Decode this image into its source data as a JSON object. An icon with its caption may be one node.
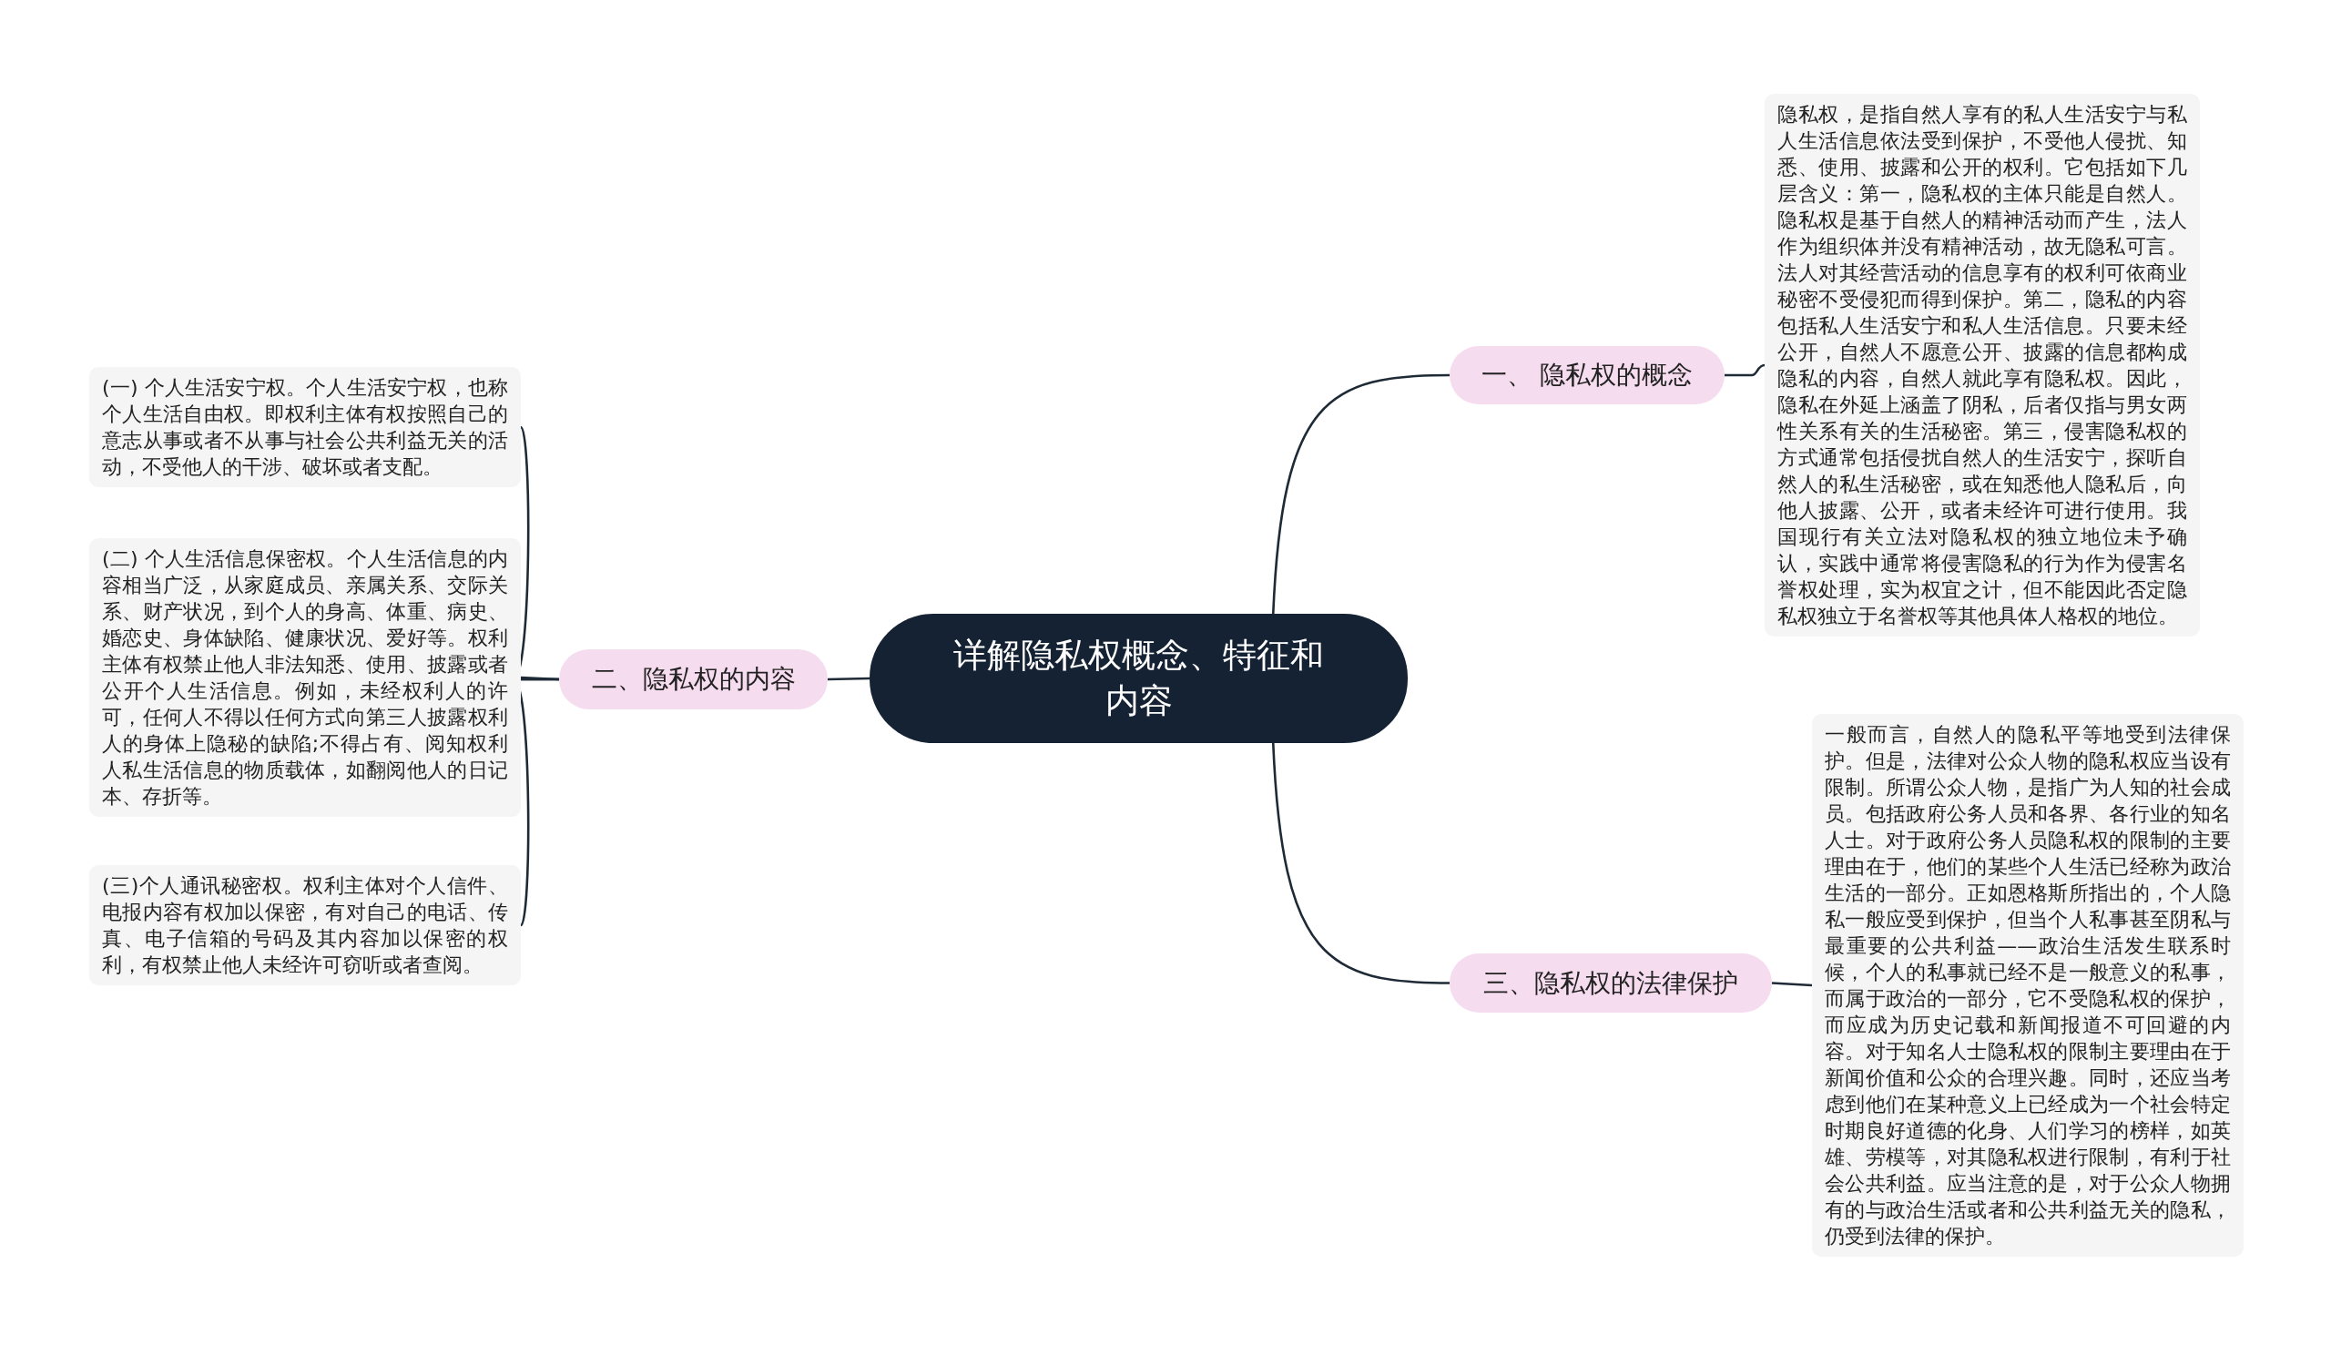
{
  "diagram": {
    "nodes": [
      {
        "text": [
          "详解隐私权概念、特征和内容"
        ]
      },
      {
        "text": [
          "一、 隐私权的概念"
        ]
      },
      {
        "text": [
          "隐私权，是指自然人享有的私人生活安宁与私人生活信息依法受到保护，不受他人侵扰、知悉、使用、披露和公开的权利。它包括如下几层含义：第一，隐私权的主体只能是自然人。隐私权是基于自然人的精神活动而产生，法人作为组织体并没有精神活动，故无隐私可言。法人对其经营活动的信息享有的权利可依商业秘密不受侵犯而得到保护。第二，隐私的内容包括私人生活安宁和私人生活信息。只要未经公开，自然人不愿意公开、披露的信息都构成隐私的内容，自然人就此享有隐私权。因此，隐私在外延上涵盖了阴私，后者仅指与男女两性关系有关的生活秘密。第三，侵害隐私权的方式通常包括侵扰自然人的生活安宁，探听自然人的私生活秘密，或在知悉他人隐私后，向他人披露、公开，或者未经许可进行使用。我国现行有关立法对隐私权的独立地位未予确认，实践中通常将侵害隐私的行为作为侵害名誉权处理，实为权宜之计，但不能因此否定隐私权独立于名誉权等其他具体人格权的地位。"
        ]
      },
      {
        "text": [
          "二、隐私权的内容"
        ]
      },
      {
        "text": [
          "(一) 个人生活安宁权。个人生活安宁权，也称个人生活自由权。即权利主体有权按照自己的意志从事或者不从事与社会公共利益无关的活动，不受他人的干涉、破坏或者支配。"
        ]
      },
      {
        "text": [
          "(二) 个人生活信息保密权。个人生活信息的内容相当广泛，从家庭成员、亲属关系、交际关系、财产状况，到个人的身高、体重、病史、婚恋史、身体缺陷、健康状况、爱好等。权利主体有权禁止他人非法知悉、使用、披露或者公开个人生活信息。例如，未经权利人的许可，任何人不得以任何方式向第三人披露权利人的身体上隐秘的缺陷;不得占有、阅知权利人私生活信息的物质载体，如翻阅他人的日记本、存折等。"
        ]
      },
      {
        "text": [
          "(三)个人通讯秘密权。权利主体对个人信件、电报内容有权加以保密，有对自己的电话、传真、电子信箱的号码及其内容加以保密的权利，有权禁止他人未经许可窃听或者查阅。"
        ]
      },
      {
        "text": [
          "三、隐私权的法律保护"
        ]
      },
      {
        "text": [
          "一般而言，自然人的隐私平等地受到法律保护。但是，法律对公众人物的隐私权应当设有限制。所谓公众人物，是指广为人知的社会成员。包括政府公务人员和各界、各行业的知名人士。对于政府公务人员隐私权的限制的主要理由在于，他们的某些个人生活已经称为政治生活的一部分。正如恩格斯所指出的，个人隐私一般应受到保护，但当个人私事甚至阴私与最重要的公共利益——政治生活发生联系时候，个人的私事就已经不是一般意义的私事，而属于政治的一部分，它不受隐私权的保护，而应成为历史记载和新闻报道不可回避的内容。对于知名人士隐私权的限制主要理由在于新闻价值和公众的合理兴趣。同时，还应当考虑到他们在某种意义上已经成为一个社会特定时期良好道德的化身、人们学习的榜样，如英雄、劳模等，对其隐私权进行限制，有利于社会公共利益。应当注意的是，对于公众人物拥有的与政治生活或者和公共利益无关的隐私，仍受到法律的保护。"
        ]
      }
    ],
    "edges": [
      {
        "from": 0,
        "to": 1,
        "arrow": "none"
      },
      {
        "from": 1,
        "to": 2,
        "arrow": "none"
      },
      {
        "from": 0,
        "to": 3,
        "arrow": "none"
      },
      {
        "from": 3,
        "to": 4,
        "arrow": "none"
      },
      {
        "from": 3,
        "to": 5,
        "arrow": "none"
      },
      {
        "from": 3,
        "to": 6,
        "arrow": "none"
      },
      {
        "from": 0,
        "to": 7,
        "arrow": "none"
      },
      {
        "from": 7,
        "to": 8,
        "arrow": "none"
      }
    ]
  }
}
